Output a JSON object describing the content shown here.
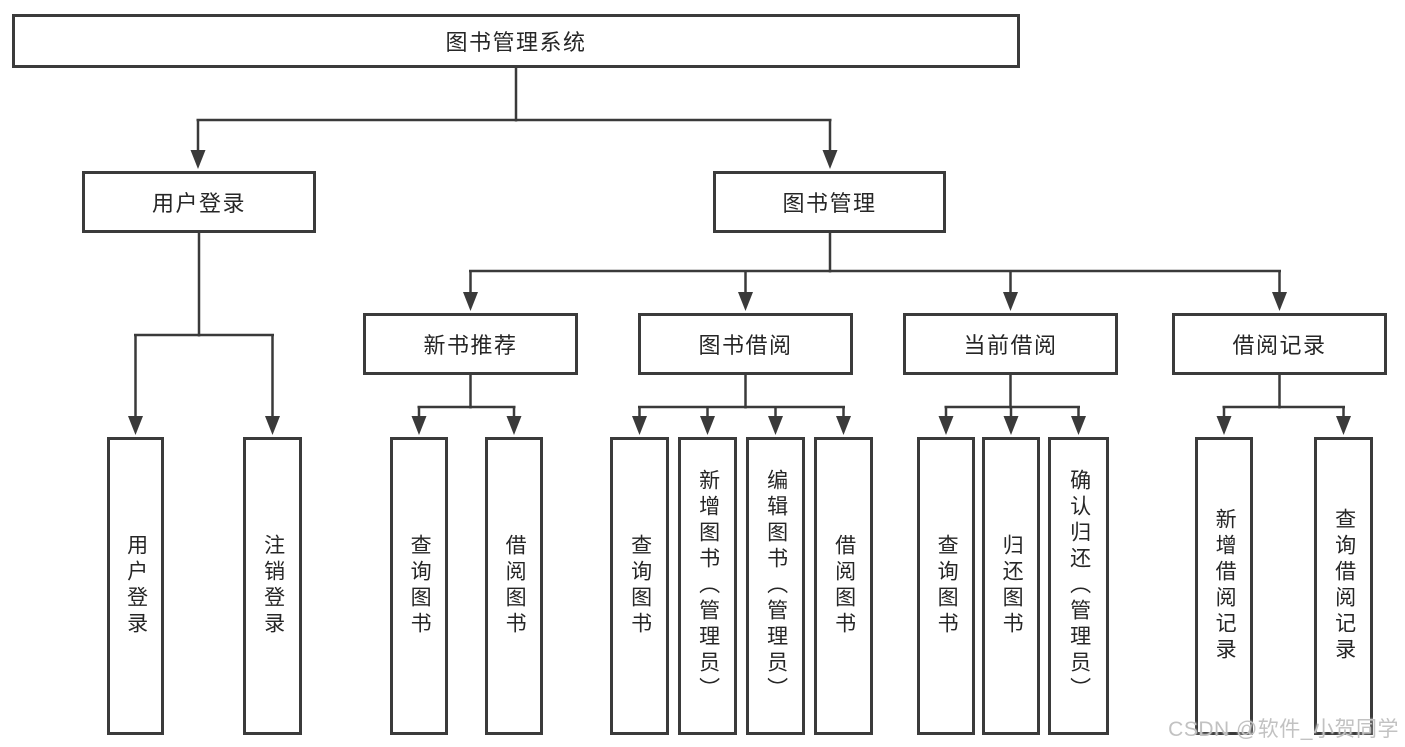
{
  "diagram": {
    "root": {
      "label": "图书管理系统"
    },
    "branches": [
      {
        "label": "用户登录",
        "children": [
          {
            "label": "用户登录"
          },
          {
            "label": "注销登录"
          }
        ]
      },
      {
        "label": "图书管理",
        "children": [
          {
            "label": "新书推荐",
            "children": [
              {
                "label": "查询图书"
              },
              {
                "label": "借阅图书"
              }
            ]
          },
          {
            "label": "图书借阅",
            "children": [
              {
                "label": "查询图书"
              },
              {
                "label": "新增图书（管理员）"
              },
              {
                "label": "编辑图书（管理员）"
              },
              {
                "label": "借阅图书"
              }
            ]
          },
          {
            "label": "当前借阅",
            "children": [
              {
                "label": "查询图书"
              },
              {
                "label": "归还图书"
              },
              {
                "label": "确认归还（管理员）"
              }
            ]
          },
          {
            "label": "借阅记录",
            "children": [
              {
                "label": "新增借阅记录"
              },
              {
                "label": "查询借阅记录"
              }
            ]
          }
        ]
      }
    ]
  },
  "watermark": {
    "text": "CSDN @软件_小贺同学"
  },
  "colors": {
    "line": "#3a3a3a",
    "text": "#262626",
    "watermark": "#c2c2c2",
    "background": "#ffffff"
  }
}
